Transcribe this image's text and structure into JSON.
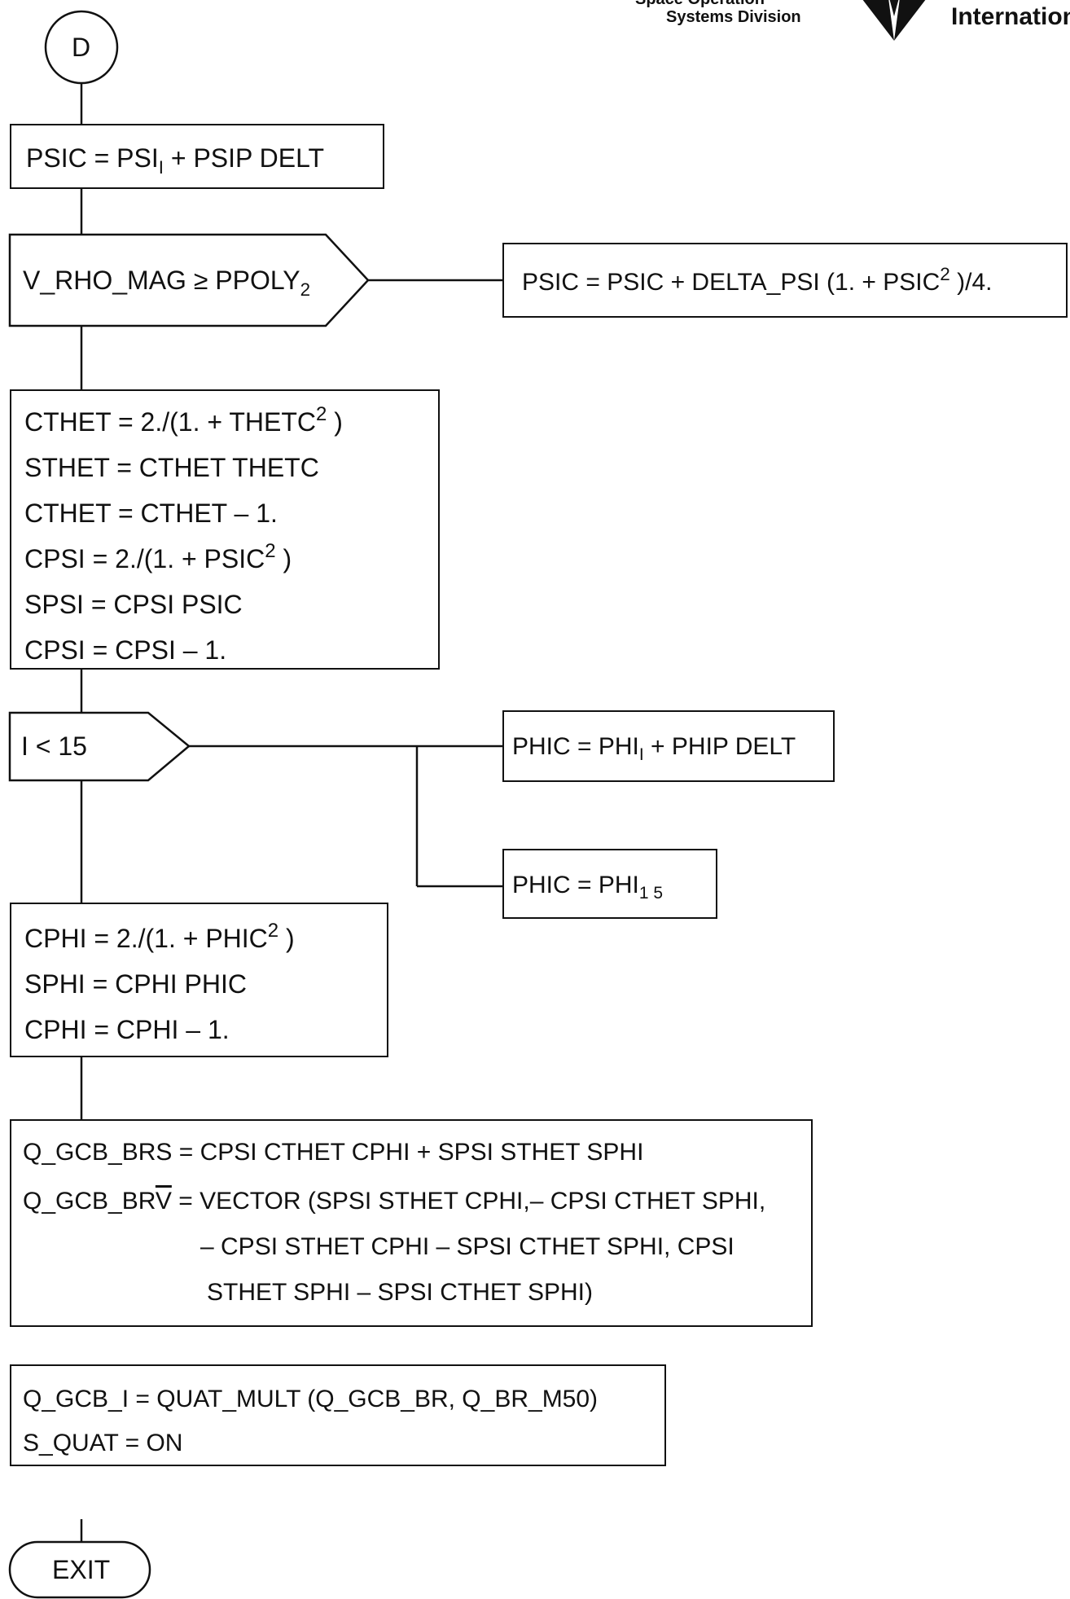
{
  "header": {
    "division_fragment": "Space Operation",
    "division": "Systems Division",
    "company_fragment": "Internation"
  },
  "flowchart": {
    "connector_d": "D",
    "box_psic": {
      "lhs": "PSIC  =  PSI",
      "sub": "I",
      "rhs": " +  PSIP  DELT"
    },
    "decision_vrho": {
      "text": "V_RHO_MAG  ≥  PPOLY",
      "sub": "2"
    },
    "box_psic_update": {
      "a": "PSIC  =  PSIC  +  DELTA_PSI  (1.  +  PSIC",
      "sup": "2",
      "b": " )/4."
    },
    "box_theta": {
      "l1a": "CTHET  =  2./(1.  +  THETC",
      "l1sup": "2",
      "l1b": " )",
      "l2": "STHET = CTHET THETC",
      "l3": "CTHET = CTHET – 1.",
      "l4a": "CPSI  =  2./(1.  +  PSIC",
      "l4sup": "2",
      "l4b": " )",
      "l5": "SPSI = CPSI PSIC",
      "l6": "CPSI = CPSI – 1."
    },
    "decision_i": {
      "text": "I  <  15"
    },
    "box_phic_a": {
      "lhs": "PHIC  =  PHI",
      "sub": "I",
      "rhs": " +  PHIP DELT"
    },
    "box_phic_b": {
      "lhs": "PHIC  =  PHI",
      "sub": "1 5"
    },
    "box_phi": {
      "l1a": "CPHI  =  2./(1.  +  PHIC",
      "l1sup": "2",
      "l1b": " )",
      "l2": "SPHI = CPHI PHIC",
      "l3": "CPHI  =  CPHI – 1."
    },
    "box_quat": {
      "l1": "Q_GCB_BRS = CPSI CTHET CPHI + SPSI STHET SPHI",
      "l2a": "Q_GCB_BR",
      "l2v": "V",
      "l2b": " = VECTOR (SPSI STHET CPHI,– CPSI CTHET SPHI,",
      "l3": "– CPSI  STHET  CPHI – SPSI  CTHET  SPHI,  CPSI",
      "l4": "STHET  SPHI – SPSI  CTHET  SPHI)"
    },
    "box_mult": {
      "l1": "Q_GCB_I  =  QUAT_MULT  (Q_GCB_BR, Q_BR_M50)",
      "l2": "S_QUAT   =  ON"
    },
    "terminal_exit": "EXIT"
  }
}
